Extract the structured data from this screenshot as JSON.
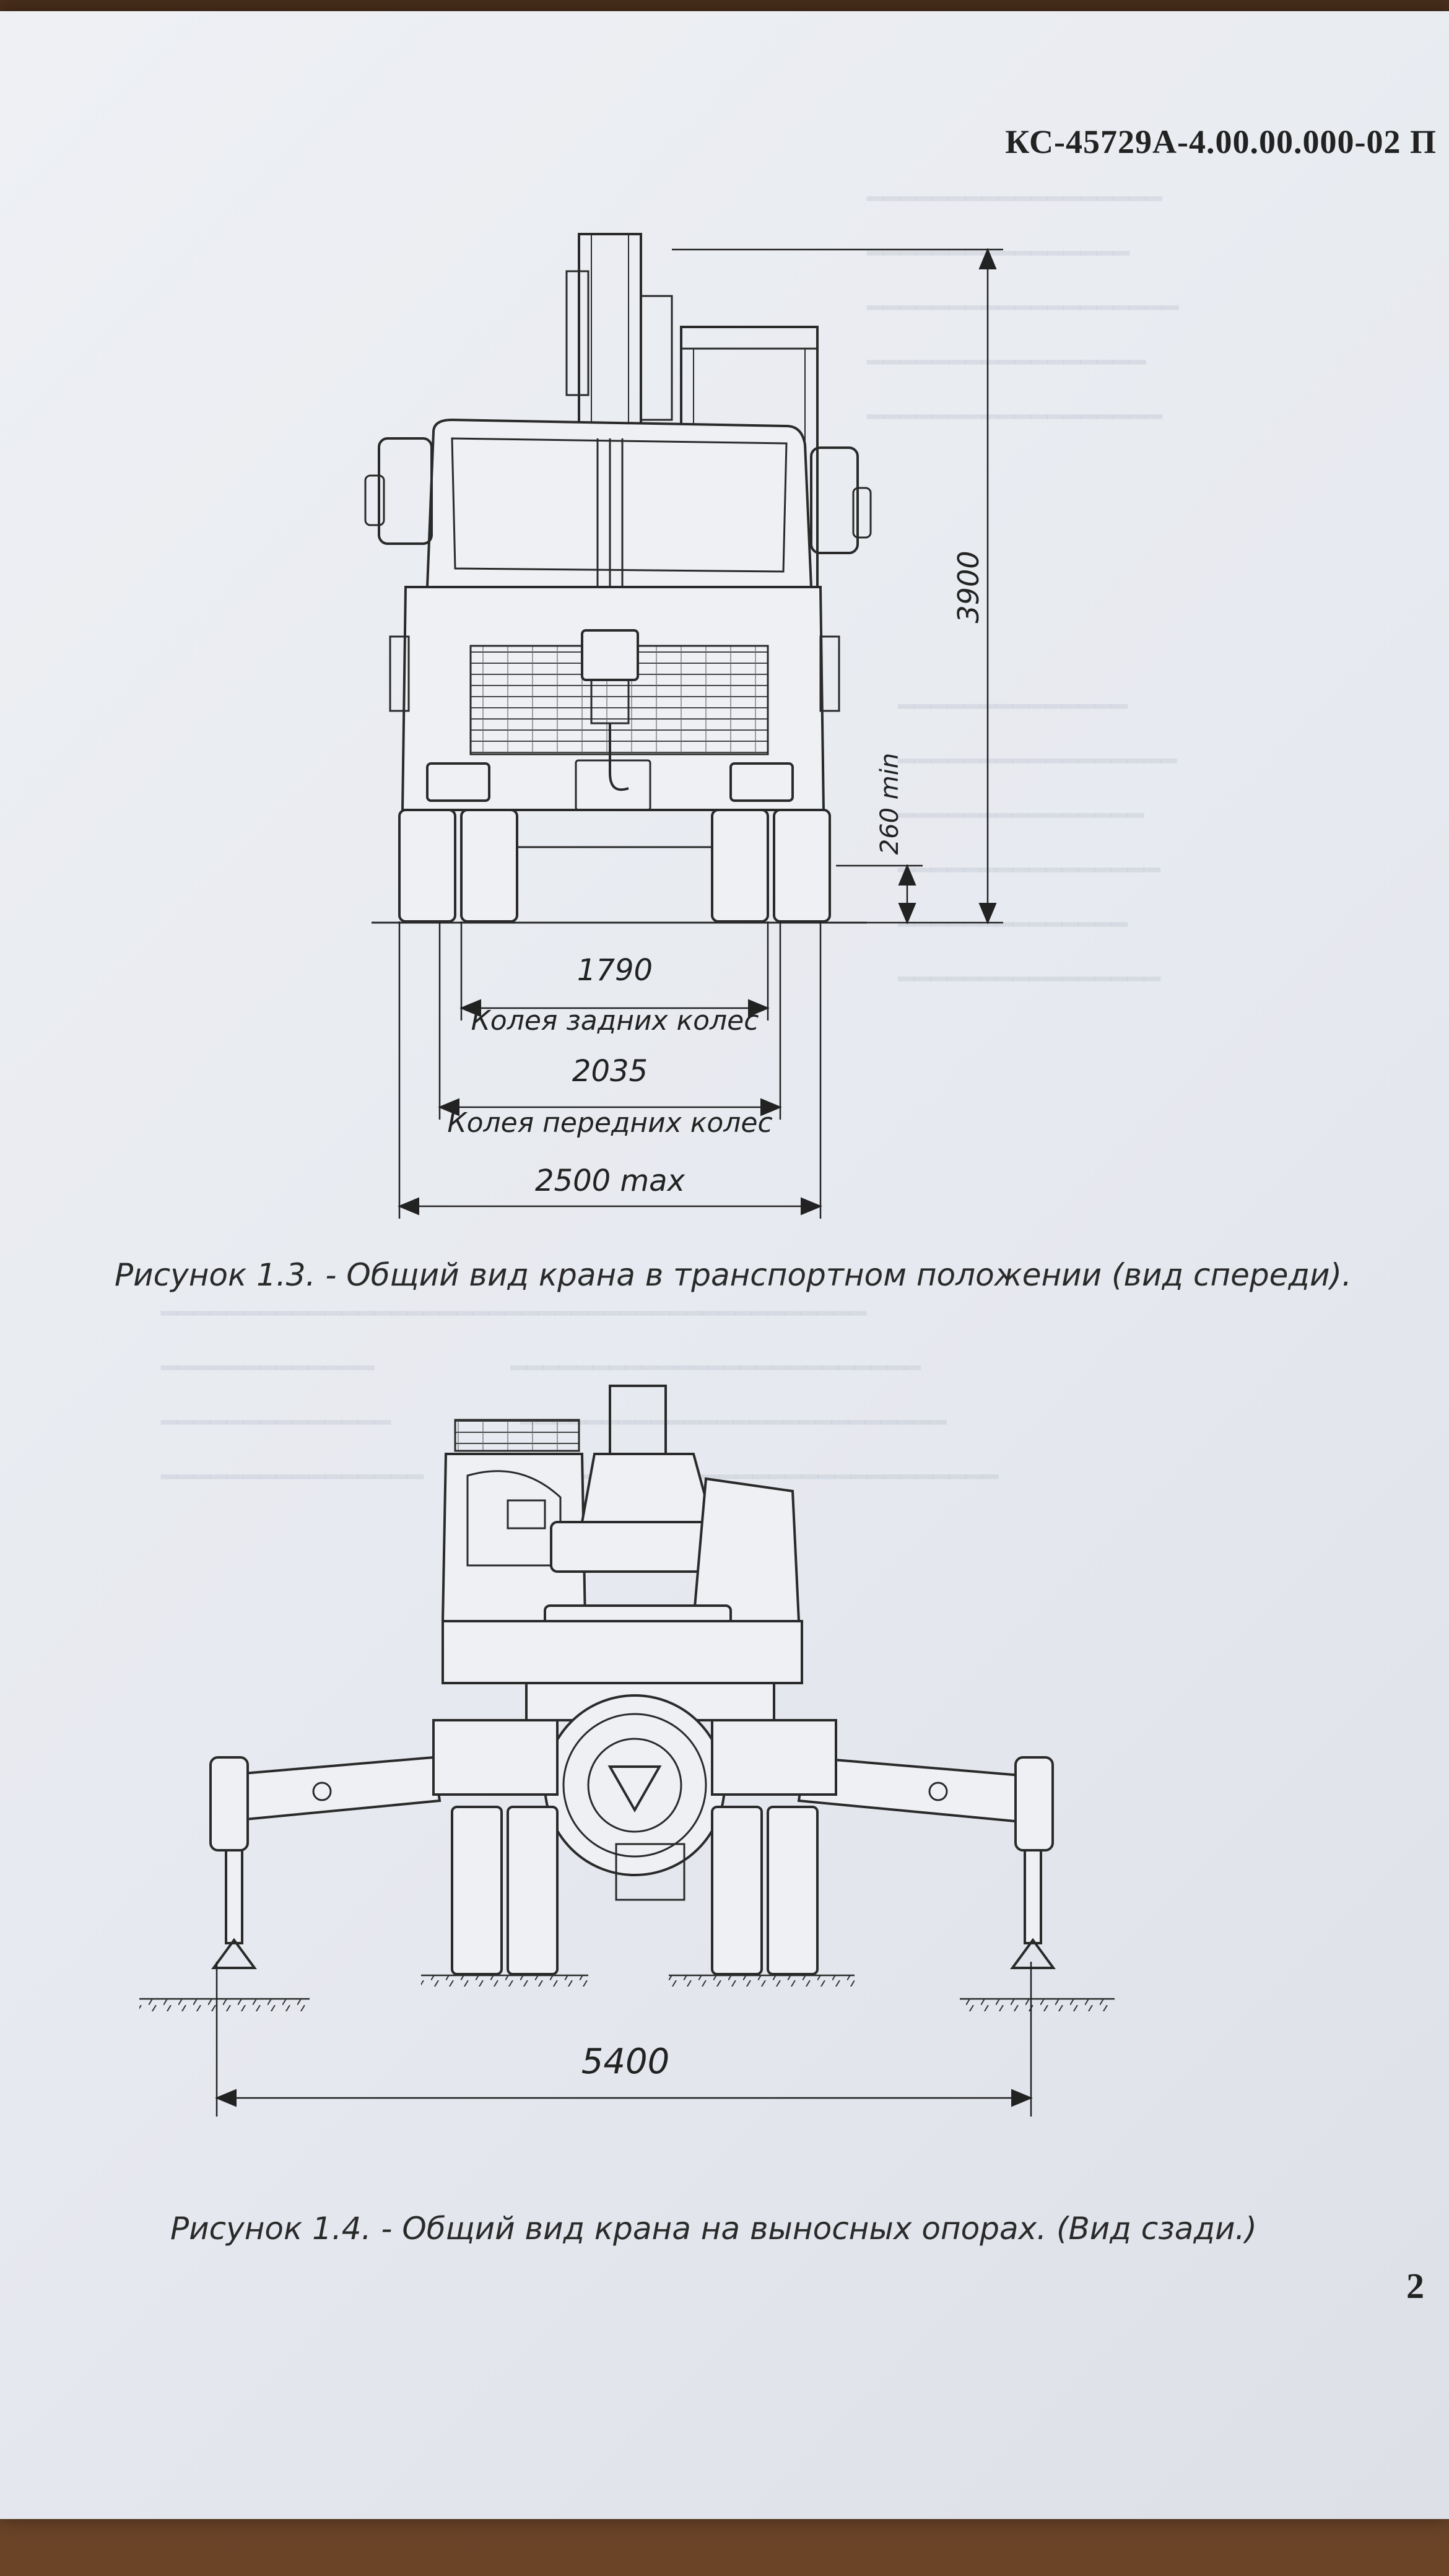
{
  "header": {
    "doc_code": "КС-45729А-4.00.00.000-02 П"
  },
  "figure_1_3": {
    "dim_height": "3900",
    "dim_clearance": "260 min",
    "dim_rear_track": "1790",
    "rear_track_label": "Колея задних колес",
    "dim_front_track": "2035",
    "front_track_label": "Колея передних колес",
    "dim_width": "2500 max",
    "caption": "Рисунок 1.3. -  Общий вид крана в транспортном положении (вид спереди)."
  },
  "figure_1_4": {
    "dim_outrigger_span": "5400",
    "caption": "Рисунок 1.4. -  Общий вид крана на выносных опорах. (Вид сзади.)"
  },
  "footer": {
    "page_number": "2"
  }
}
